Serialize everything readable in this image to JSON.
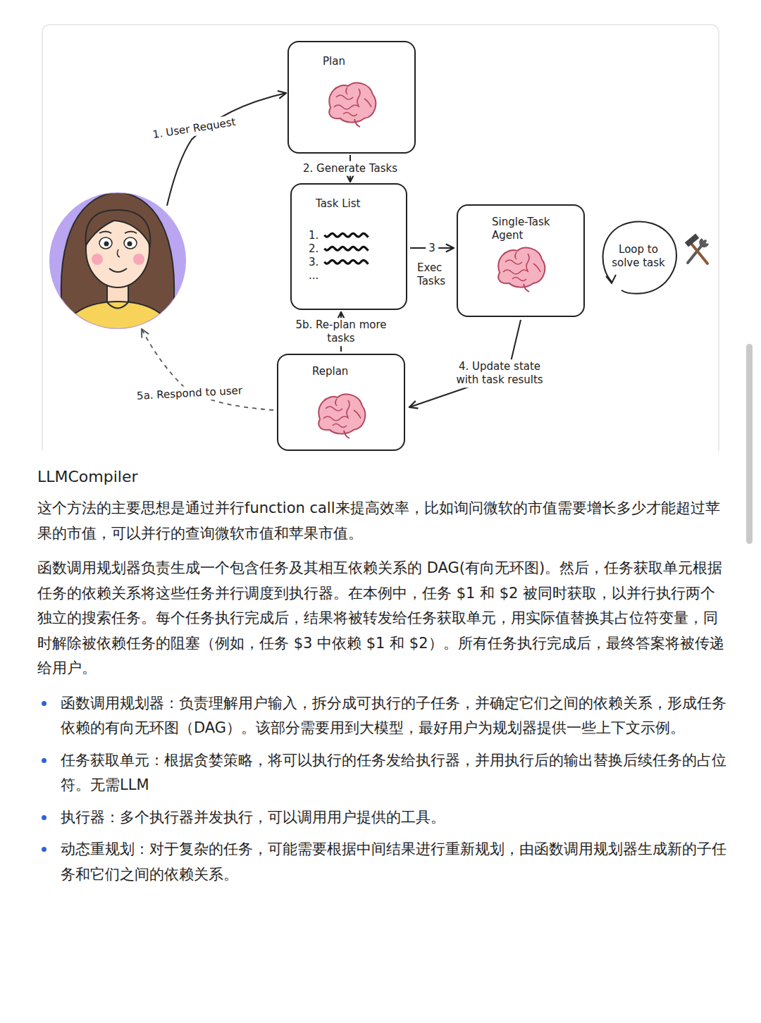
{
  "diagram": {
    "title": "LLMCompiler",
    "nodes": [
      {
        "text": [
          "Plan"
        ]
      },
      {
        "text": [
          "Task List",
          "1.",
          "2.",
          "3.",
          "..."
        ]
      },
      {
        "text": [
          "Single-Task Agent"
        ]
      },
      {
        "text": [
          "Loop to solve task"
        ]
      },
      {
        "text": [
          "Replan"
        ]
      }
    ],
    "edges": [
      {
        "from": 0,
        "to": 1,
        "label": "2. Generate Tasks",
        "arrow": "to"
      },
      {
        "from": 1,
        "to": 2,
        "label": "3",
        "arrow": "to"
      },
      {
        "from": 2,
        "to": 4,
        "label": "4. Update state with task results",
        "arrow": "to"
      },
      {
        "from": 4,
        "to": 1,
        "label": "5b. Re-plan more tasks",
        "arrow": "to"
      }
    ],
    "labels": [
      "1. User Request",
      "Exec Tasks",
      "5a. Respond to user",
      "这个方法的主要思想是通过并行function call来提高效率，比如询问微软的市值需要增长多少才能超过苹果的市值，可以并行的查询微软市值和苹果市值。",
      "函数调用规划器负责生成一个包含任务及其相互依赖关系的 DAG(有向无环图)。然后，任务获取单元根据任务的依赖关系将这些任务并行调度到执行器。在本例中，任务 $1 和 $2 被同时获取，以并行执行两个独立的搜索任务。每个任务执行完成后，结果将被转发给任务获取单元，用实际值替换其占位符变量，同时解除被依赖任务的阻塞（例如，任务 $3 中依赖 $1 和 $2）。所有任务执行完成后，最终答案将被传递给用户。",
      "函数调用规划器：负责理解用户输入，拆分成可执行的子任务，并确定它们之间的依赖关系，形成任务依赖的有向无环图（DAG）。该部分需要用到大模型，最好用户为规划器提供一些上下文示例。",
      "任务获取单元：根据贪婪策略，将可以执行的任务发给执行器，并用执行后的输出替换后续任务的占位符。无需LLM",
      "执行器：多个执行器并发执行，可以调用用户提供的工具。",
      "动态重规划：对于复杂的任务，可能需要根据中间结果进行重新规划，由函数调用规划器生成新的子任务和它们之间的依赖关系。"
    ]
  }
}
